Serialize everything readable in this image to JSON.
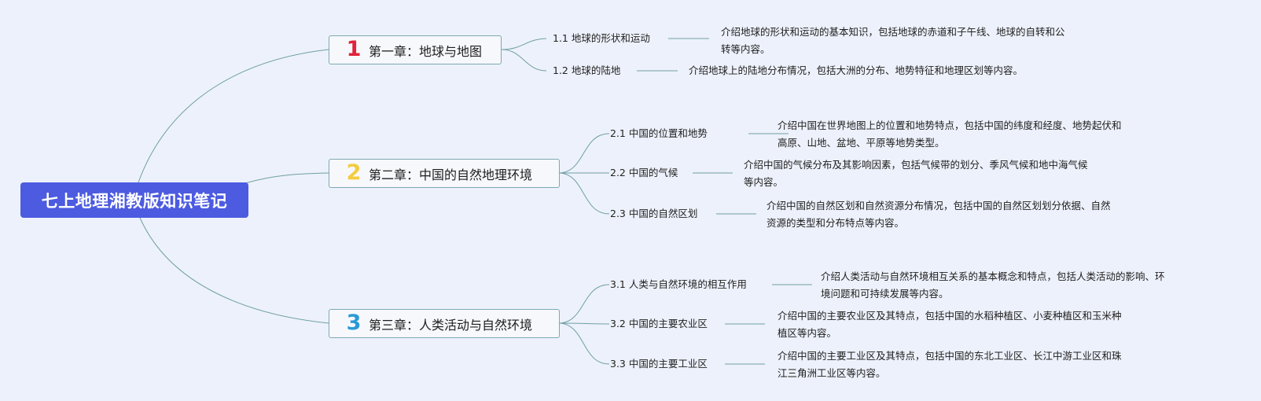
{
  "root": {
    "title": "七上地理湘教版知识笔记"
  },
  "colors": {
    "background": "#edf1fb",
    "root_fill": "#4c5be0",
    "link": "#6fa0a4",
    "chapter_1": "#e0223a",
    "chapter_2": "#f4cc3c",
    "chapter_3": "#2a9ad6"
  },
  "chapters": [
    {
      "number": "1",
      "title": "第一章：地球与地图",
      "sections": [
        {
          "label": "1.1 地球的形状和运动",
          "description": "介绍地球的形状和运动的基本知识，包括地球的赤道和子午线、地球的自转和公\n转等内容。"
        },
        {
          "label": "1.2 地球的陆地",
          "description": "介绍地球上的陆地分布情况，包括大洲的分布、地势特征和地理区划等内容。"
        }
      ]
    },
    {
      "number": "2",
      "title": "第二章：中国的自然地理环境",
      "sections": [
        {
          "label": "2.1 中国的位置和地势",
          "description": "介绍中国在世界地图上的位置和地势特点，包括中国的纬度和经度、地势起伏和\n高原、山地、盆地、平原等地势类型。"
        },
        {
          "label": "2.2 中国的气候",
          "description": "介绍中国的气候分布及其影响因素，包括气候带的划分、季风气候和地中海气候\n等内容。"
        },
        {
          "label": "2.3 中国的自然区划",
          "description": "介绍中国的自然区划和自然资源分布情况，包括中国的自然区划划分依据、自然\n资源的类型和分布特点等内容。"
        }
      ]
    },
    {
      "number": "3",
      "title": "第三章：人类活动与自然环境",
      "sections": [
        {
          "label": "3.1 人类与自然环境的相互作用",
          "description": "介绍人类活动与自然环境相互关系的基本概念和特点，包括人类活动的影响、环\n境问题和可持续发展等内容。"
        },
        {
          "label": "3.2 中国的主要农业区",
          "description": "介绍中国的主要农业区及其特点，包括中国的水稻种植区、小麦种植区和玉米种\n植区等内容。"
        },
        {
          "label": "3.3 中国的主要工业区",
          "description": "介绍中国的主要工业区及其特点，包括中国的东北工业区、长江中游工业区和珠\n江三角洲工业区等内容。"
        }
      ]
    }
  ]
}
